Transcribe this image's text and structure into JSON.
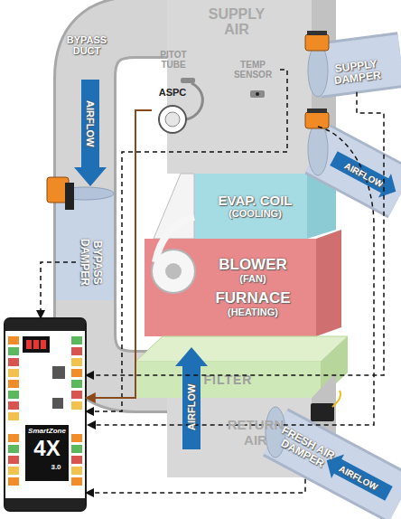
{
  "diagram": {
    "nodes": [
      {
        "text": [
          "TEMP SENSOR"
        ]
      },
      {
        "text": [
          "ASPC"
        ]
      },
      {
        "text": [
          "SUPPLY DAMPER"
        ]
      },
      {
        "text": [
          "BYPASS DAMPER"
        ]
      },
      {
        "text": [
          "EVAP. COIL",
          "(COOLING)"
        ]
      },
      {
        "text": [
          "BLOWER",
          "(FAN)",
          "FURNACE",
          "(HEATING)"
        ]
      },
      {
        "text": [
          "FILTER"
        ]
      },
      {
        "text": [
          "SmartZone",
          "4X",
          "3.0"
        ]
      },
      {
        "text": [
          "FRESH AIR DAMPER"
        ]
      }
    ],
    "edges": [
      {
        "from": 3,
        "to": 7,
        "arrow": "to"
      },
      {
        "from": 2,
        "to": 7,
        "arrow": "to"
      },
      {
        "from": 0,
        "to": 7,
        "arrow": "to"
      },
      {
        "from": 1,
        "to": 7,
        "arrow": "to"
      },
      {
        "from": 8,
        "to": 7,
        "arrow": "to"
      }
    ],
    "labels": [
      "SUPPLY AIR",
      "BYPASS DUCT",
      "PITOT TUBE",
      "AIRFLOW",
      "AIRFLOW",
      "AIRFLOW",
      "RETURN AIR",
      "AIRFLOW"
    ]
  }
}
